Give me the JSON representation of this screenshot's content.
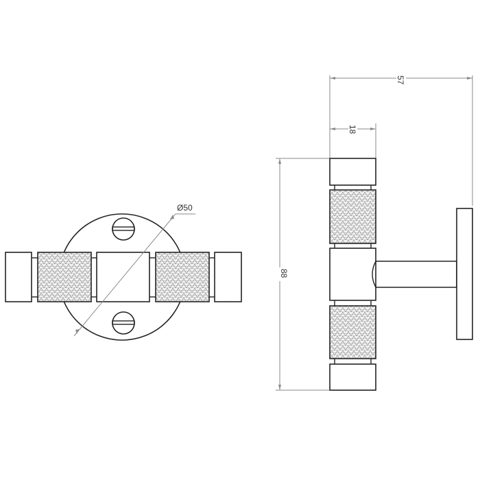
{
  "drawing": {
    "type": "technical drawing",
    "subject": "T-bar knurled cabinet knob with round backplate",
    "views": [
      {
        "name": "front-view",
        "description": "Round backplate with two slotted screws and horizontal knurled T-bar"
      },
      {
        "name": "side-view",
        "description": "Side profile of vertical knurled T-bar, stem and backplate"
      }
    ]
  },
  "dimensions": {
    "diameter": "Ø50",
    "projection": "57",
    "bar_width": "18",
    "bar_length": "88"
  },
  "colors": {
    "line": "#222222",
    "dimension_line": "#8a8a8a",
    "knurl_pattern": "#9a9a9a",
    "background": "#ffffff"
  }
}
